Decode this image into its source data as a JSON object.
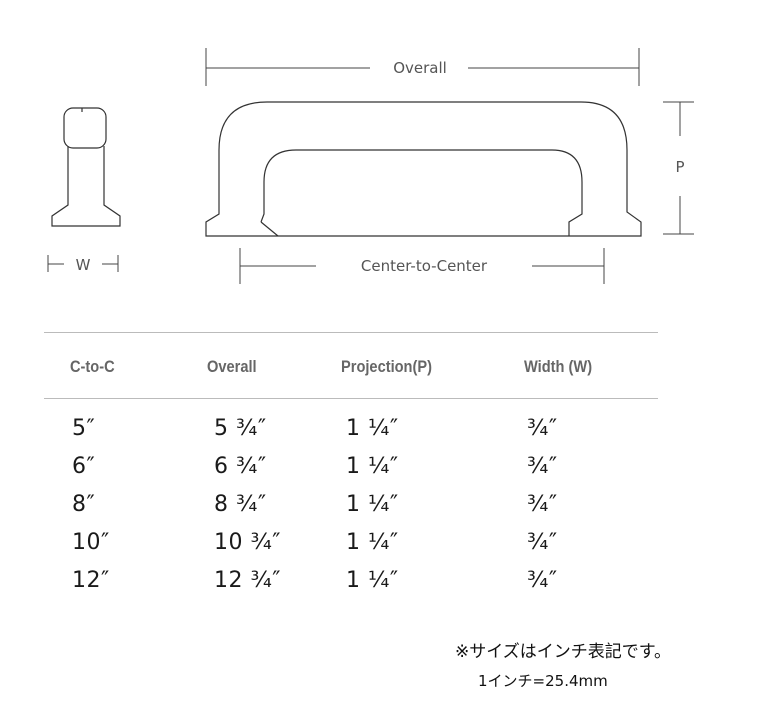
{
  "diagram": {
    "overall_label": "Overall",
    "center_label": "Center-to-Center",
    "projection_label": "P",
    "width_label": "W"
  },
  "table": {
    "headers": [
      "C-to-C",
      "Overall",
      "Projection(P)",
      "Width (W)"
    ],
    "rows": [
      [
        "5″",
        "5 ¾″",
        "1 ¼″",
        "¾″"
      ],
      [
        "6″",
        "6 ¾″",
        "1 ¼″",
        "¾″"
      ],
      [
        "8″",
        "8 ¾″",
        "1 ¼″",
        "¾″"
      ],
      [
        "10″",
        "10 ¾″",
        "1 ¼″",
        "¾″"
      ],
      [
        "12″",
        "12 ¾″",
        "1 ¼″",
        "¾″"
      ]
    ]
  },
  "notes": {
    "line1": "※サイズはインチ表記です。",
    "line2": "1インチ=25.4mm"
  }
}
